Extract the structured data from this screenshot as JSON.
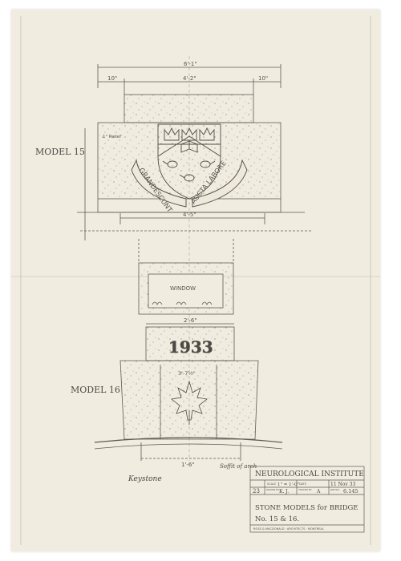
{
  "drawing": {
    "model15": {
      "label": "MODEL 15",
      "dims": {
        "overall": "6'-1\"",
        "inner": "4'-2\"",
        "left": "10\"",
        "right": "10\"",
        "base": "4'-5\"",
        "side_note": "1\" Relief"
      },
      "motto_left": "GRANDESCUNT",
      "motto_right": "AUCTA LABORE"
    },
    "window_label": "WINDOW",
    "model16": {
      "label": "MODEL 16",
      "year": "1933",
      "dims": {
        "top": "2'-6\"",
        "mid": "3'-7½\"",
        "bottom": "1'-6\""
      },
      "keystone_label": "Keystone",
      "soffit_note": "Soffit of arch"
    },
    "title_block": {
      "title": "NEUROLOGICAL INSTITUTE",
      "scale_label": "SCALE",
      "scale_value": "1\" = 1'-0\"",
      "date_label": "DATE",
      "date_value": "11 Nov 33",
      "sheet_no": "23",
      "drawn_label": "DRAWN BY",
      "drawn_value": "K. J.",
      "traced_label": "TRACED BY",
      "traced_value": "A",
      "job_label": "JOB NO.",
      "job_value": "6.145",
      "subtitle_1": "STONE MODELS for BRIDGE",
      "subtitle_2": "No. 15 & 16.",
      "firm": "ROSS & MACDONALD · ARCHITECTS · MONTREAL"
    }
  }
}
